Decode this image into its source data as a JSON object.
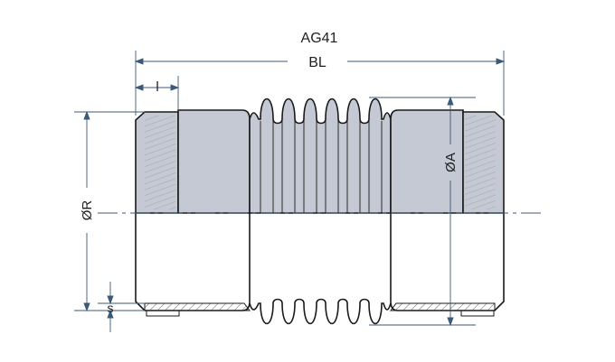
{
  "title": "AG41",
  "labels": {
    "overall_length": "BL",
    "thread_length": "l",
    "outer_diameter": "ØR",
    "inner_diameter": "ØA",
    "wall_thickness": "s"
  },
  "colors": {
    "fill": "#c4c9d3",
    "outline": "#1a1a1a",
    "dimension_line": "#3c5a78",
    "center_line": "#3c5a78",
    "hatch": "#666666"
  }
}
